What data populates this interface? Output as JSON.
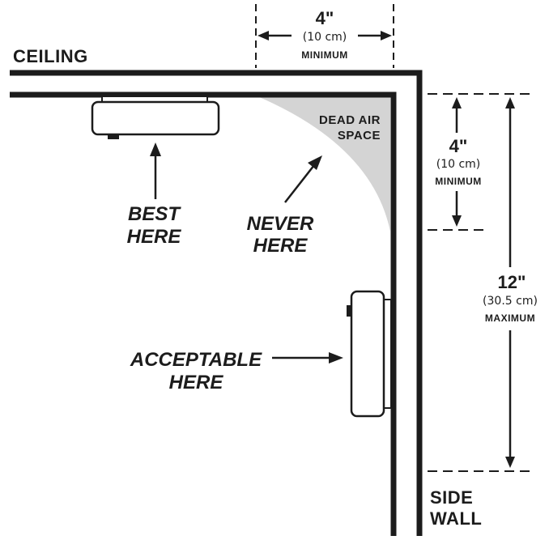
{
  "labels": {
    "ceiling": "CEILING",
    "side_wall_line1": "SIDE",
    "side_wall_line2": "WALL",
    "dead_air_line1": "DEAD AIR",
    "dead_air_line2": "SPACE",
    "best_line1": "BEST",
    "best_line2": "HERE",
    "never_line1": "NEVER",
    "never_line2": "HERE",
    "acceptable_line1": "ACCEPTABLE",
    "acceptable_line2": "HERE"
  },
  "dimensions": {
    "ceiling_clearance": {
      "value": "4\"",
      "metric": "(10 cm)",
      "note": "MINIMUM"
    },
    "wall_min": {
      "value": "4\"",
      "metric": "(10 cm)",
      "note": "MINIMUM"
    },
    "wall_max": {
      "value": "12\"",
      "metric": "(30.5 cm)",
      "note": "MAXIMUM"
    }
  },
  "colors": {
    "ink": "#1c1c1c",
    "dead_air_fill": "#d4d4d4"
  }
}
